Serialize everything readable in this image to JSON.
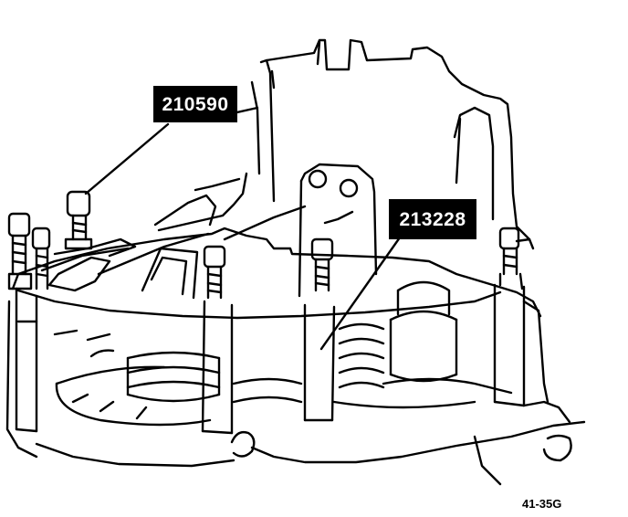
{
  "callouts": [
    {
      "text": "210590"
    },
    {
      "text": "213228"
    }
  ],
  "figure_number": "41-35G"
}
